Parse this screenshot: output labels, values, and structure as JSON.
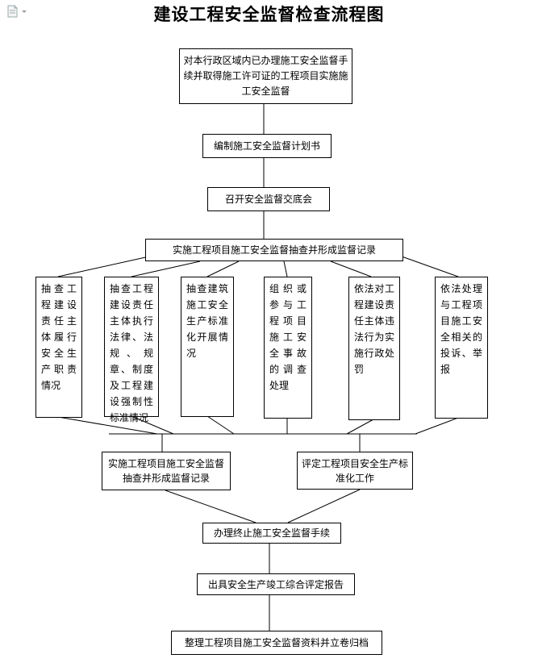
{
  "title": "建设工程安全监督检查流程图",
  "icons": {
    "document": "document-icon",
    "dropdown": "dropdown-arrow-icon"
  },
  "steps": {
    "s1": "对本行政区域内已办理施工安全监督手续并取得施工许可证的工程项目实施施工安全监督",
    "s2": "编制施工安全监督计划书",
    "s3": "召开安全监督交底会",
    "s4": "实施工程项目施工安全监督抽查并形成监督记录"
  },
  "branches": [
    "抽查工程建设责任主体履行安全生产职责情况",
    "抽查工程建设责任主体执行法律、法规、规章、制度及工程建设强制性标准情况",
    "抽查建筑施工安全生产标准化开展情况",
    "组织或参与工程项目施工安全事故的调查处理",
    "依法对工程建设责任主体违法行为实施行政处罚",
    "依法处理与工程项目施工安全相关的投诉、举报"
  ],
  "merge": {
    "left": "实施工程项目施工安全监督抽查并形成监督记录",
    "right": "评定工程项目安全生产标准化工作"
  },
  "final": {
    "f1": "办理终止施工安全监督手续",
    "f2": "出具安全生产竣工综合评定报告",
    "f3": "整理工程项目施工安全监督资料并立卷归档"
  }
}
